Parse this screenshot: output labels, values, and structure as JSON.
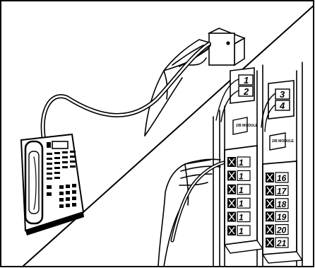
{
  "upper_jacks": [
    "1",
    "2",
    "3",
    "4"
  ],
  "left_column_numbers": [
    "1",
    "1",
    "1",
    "1",
    "1",
    "1"
  ],
  "right_column_numbers": [
    "16",
    "17",
    "18",
    "19",
    "20",
    "21"
  ],
  "module_label_1": "2/B MODULE",
  "module_label_2": "2/B MODULE",
  "colors": {
    "ink": "#000000",
    "background": "#ffffff"
  }
}
